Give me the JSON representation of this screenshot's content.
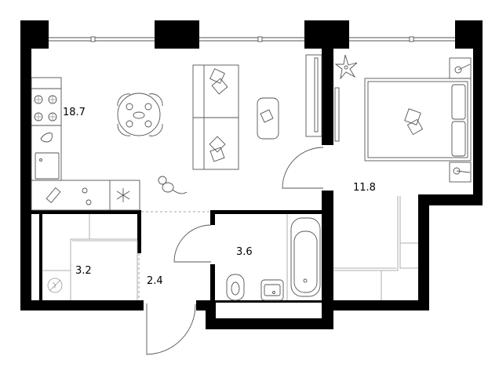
{
  "plan": {
    "rooms": [
      {
        "id": "living-kitchen",
        "area": "18.7"
      },
      {
        "id": "bedroom",
        "area": "11.8"
      },
      {
        "id": "bathroom",
        "area": "3.6"
      },
      {
        "id": "storage",
        "area": "3.2"
      },
      {
        "id": "hallway",
        "area": "2.4"
      }
    ],
    "colors": {
      "wall": "#000000",
      "furniture_line": "#555555",
      "background": "#ffffff"
    }
  }
}
